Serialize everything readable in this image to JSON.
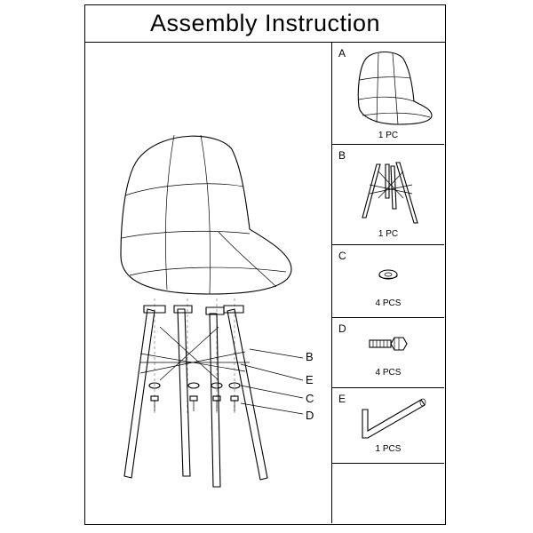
{
  "title": "Assembly Instruction",
  "callouts": {
    "b": "B",
    "e": "E",
    "c": "C",
    "d": "D"
  },
  "parts": [
    {
      "letter": "A",
      "qty": "1 PC"
    },
    {
      "letter": "B",
      "qty": "1 PC"
    },
    {
      "letter": "C",
      "qty": "4 PCS"
    },
    {
      "letter": "D",
      "qty": "4 PCS"
    },
    {
      "letter": "E",
      "qty": "1 PCS"
    }
  ]
}
